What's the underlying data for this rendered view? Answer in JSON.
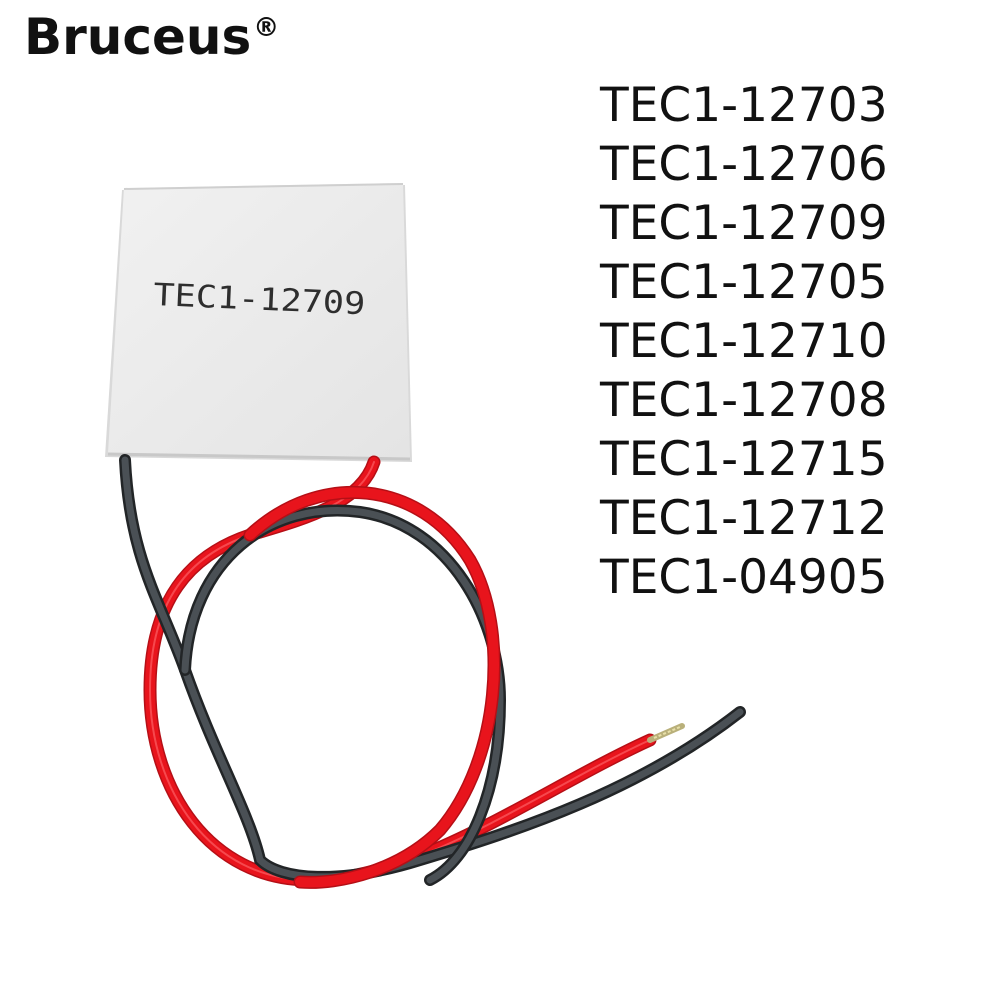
{
  "brand": {
    "name": "Bruceus",
    "mark": "®"
  },
  "models": [
    "TEC1-12703",
    "TEC1-12706",
    "TEC1-12709",
    "TEC1-12705",
    "TEC1-12710",
    "TEC1-12708",
    "TEC1-12715",
    "TEC1-12712",
    "TEC1-04905"
  ],
  "module": {
    "printed_label": "TEC1-12709"
  },
  "colors": {
    "module_surface": "#ebebeb",
    "red_wire": "#e8141c",
    "black_wire": "#33373a",
    "text": "#111111"
  }
}
